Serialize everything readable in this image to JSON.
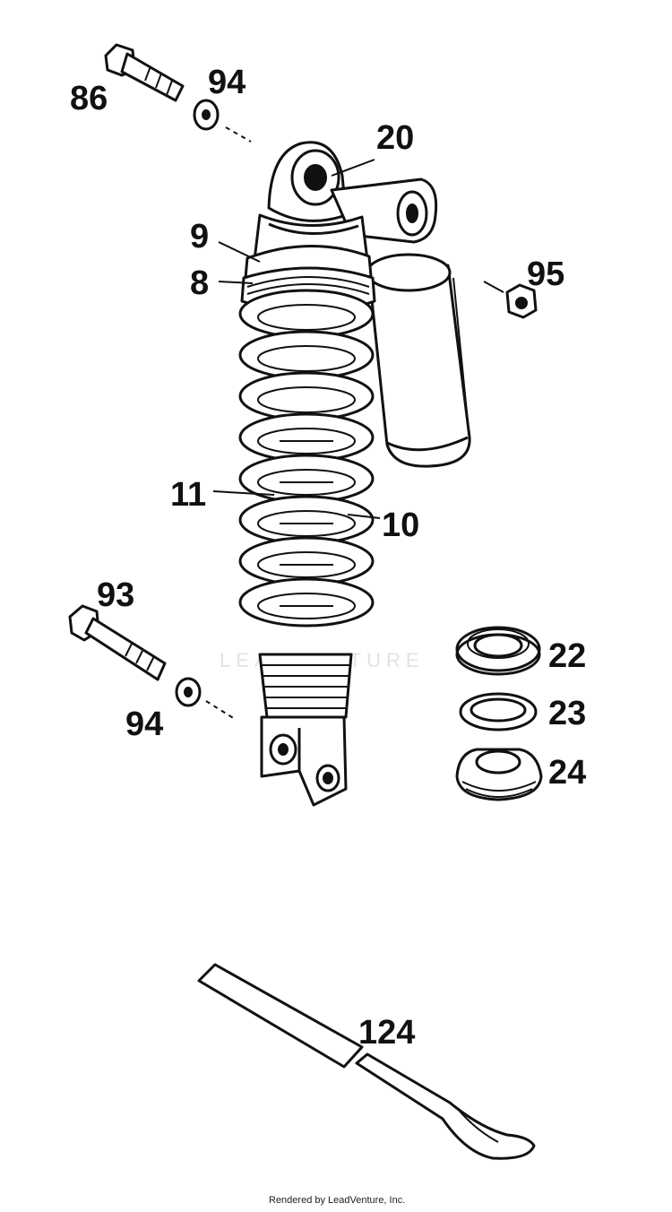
{
  "callouts": {
    "c86": "86",
    "c94_top": "94",
    "c20": "20",
    "c9": "9",
    "c8": "8",
    "c95": "95",
    "c11": "11",
    "c10": "10",
    "c93": "93",
    "c94_bottom": "94",
    "c22": "22",
    "c23": "23",
    "c24": "24",
    "c124": "124"
  },
  "watermark": "LEADVENTURE",
  "footer": "Rendered by LeadVenture, Inc."
}
